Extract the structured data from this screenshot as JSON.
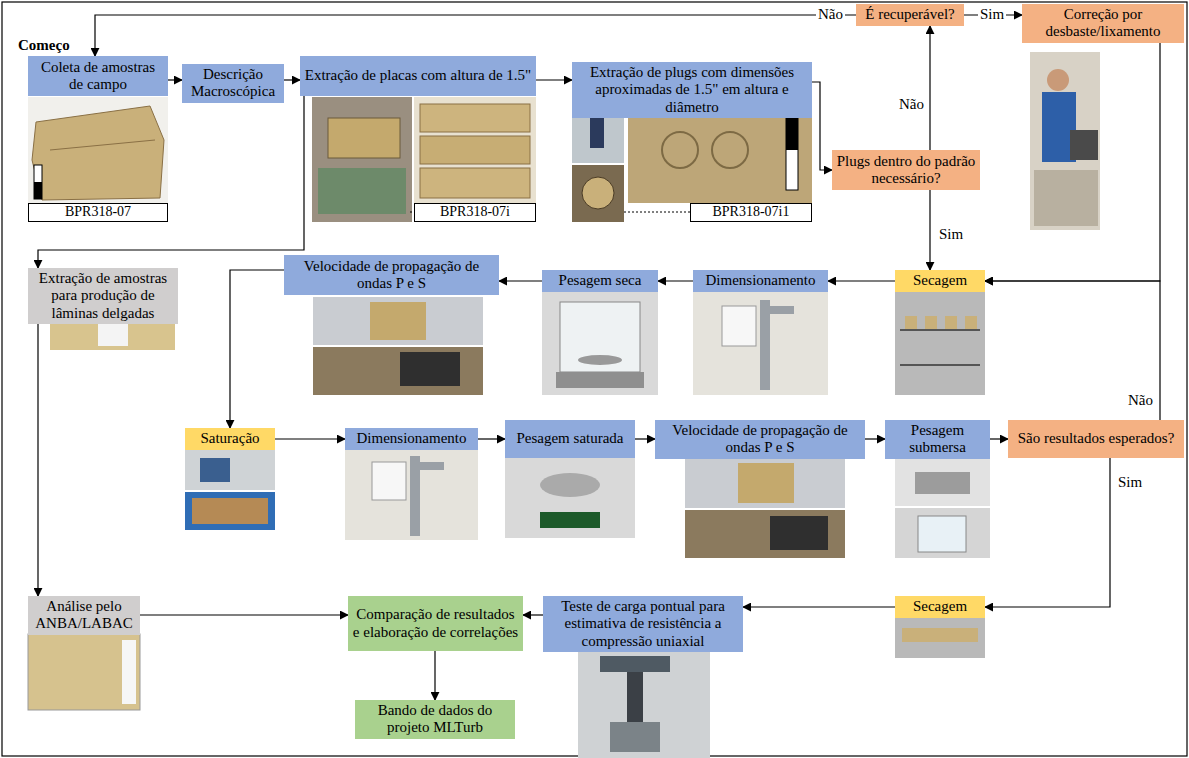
{
  "diagram": {
    "nodes": [
      {
        "text": [
          "Coleta de amostras de campo"
        ]
      },
      {
        "text": [
          "Descrição Macroscópica"
        ]
      },
      {
        "text": [
          "Extração de placas com altura de 1.5\""
        ]
      },
      {
        "text": [
          "Extração de plugs com dimensões aproximadas de 1.5\" em altura e diâmetro"
        ]
      },
      {
        "text": [
          "Plugs dentro do padrão necessário?"
        ]
      },
      {
        "text": [
          "É recuperável?"
        ]
      },
      {
        "text": [
          "Correção por desbaste/lixamento"
        ]
      },
      {
        "text": [
          "Extração de amostras para produção de lâminas delgadas"
        ]
      },
      {
        "text": [
          "Velocidade de propagação de ondas P e S"
        ]
      },
      {
        "text": [
          "Pesagem seca"
        ]
      },
      {
        "text": [
          "Dimensionamento"
        ]
      },
      {
        "text": [
          "Secagem"
        ]
      },
      {
        "text": [
          "Saturação"
        ]
      },
      {
        "text": [
          "Dimensionamento"
        ]
      },
      {
        "text": [
          "Pesagem saturada"
        ]
      },
      {
        "text": [
          "Velocidade de propagação de ondas P e S"
        ]
      },
      {
        "text": [
          "Pesagem submersa"
        ]
      },
      {
        "text": [
          "São resultados esperados?"
        ]
      },
      {
        "text": [
          "Análise pelo ANBA/LABAC"
        ]
      },
      {
        "text": [
          "Comparação de resultados e elaboração de correlações"
        ]
      },
      {
        "text": [
          "Teste de carga pontual para estimativa de resistência a compressão uniaxial"
        ]
      },
      {
        "text": [
          "Secagem"
        ]
      },
      {
        "text": [
          "Bando de dados do projeto MLTurb"
        ]
      }
    ],
    "edges": [
      {
        "from": 0,
        "to": 1,
        "arrow": "to"
      },
      {
        "from": 1,
        "to": 2,
        "arrow": "to"
      },
      {
        "from": 2,
        "to": 3,
        "arrow": "to"
      },
      {
        "from": 3,
        "to": 4,
        "arrow": "to"
      },
      {
        "from": 4,
        "to": 5,
        "label": "Não",
        "arrow": "to"
      },
      {
        "from": 5,
        "to": 0,
        "label": "Não",
        "arrow": "to"
      },
      {
        "from": 5,
        "to": 6,
        "label": "Sim",
        "arrow": "to"
      },
      {
        "from": 4,
        "to": 11,
        "label": "Sim",
        "arrow": "to"
      },
      {
        "from": 6,
        "to": 11,
        "arrow": "to"
      },
      {
        "from": 17,
        "to": 11,
        "label": "Não",
        "arrow": "to"
      },
      {
        "from": 11,
        "to": 10,
        "arrow": "to"
      },
      {
        "from": 10,
        "to": 9,
        "arrow": "to"
      },
      {
        "from": 9,
        "to": 8,
        "arrow": "to"
      },
      {
        "from": 8,
        "to": 12,
        "arrow": "to"
      },
      {
        "from": 12,
        "to": 13,
        "arrow": "to"
      },
      {
        "from": 13,
        "to": 14,
        "arrow": "to"
      },
      {
        "from": 14,
        "to": 15,
        "arrow": "to"
      },
      {
        "from": 15,
        "to": 16,
        "arrow": "to"
      },
      {
        "from": 16,
        "to": 17,
        "arrow": "to"
      },
      {
        "from": 17,
        "to": 21,
        "label": "Sim",
        "arrow": "to"
      },
      {
        "from": 21,
        "to": 20,
        "arrow": "to"
      },
      {
        "from": 20,
        "to": 19,
        "arrow": "to"
      },
      {
        "from": 19,
        "to": 22,
        "arrow": "to"
      },
      {
        "from": 2,
        "to": 7,
        "arrow": "to"
      },
      {
        "from": 7,
        "to": 18,
        "arrow": "to"
      },
      {
        "from": 18,
        "to": 19,
        "arrow": "to"
      }
    ],
    "labels": [
      "Começo",
      "BPR318-07",
      "BPR318-07i",
      "BPR318-07i1"
    ]
  }
}
